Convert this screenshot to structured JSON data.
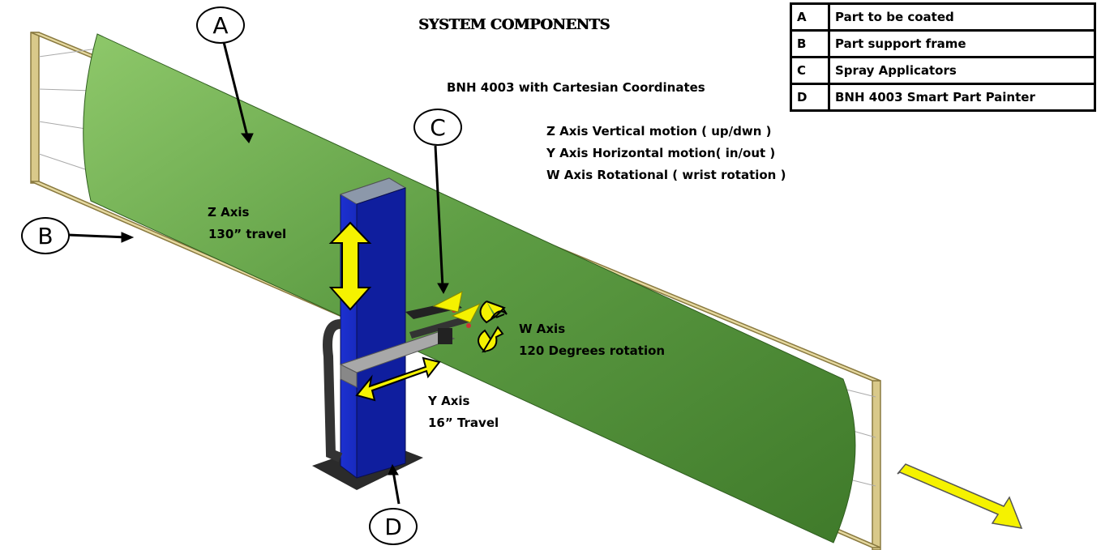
{
  "title": "SYSTEM COMPONENTS",
  "subtitle": "BNH 4003  with Cartesian Coordinates",
  "axes_info": [
    "Z Axis  Vertical motion ( up/dwn )",
    "Y Axis  Horizontal motion( in/out )",
    "W Axis Rotational  ( wrist rotation )"
  ],
  "legend": [
    {
      "key": "A",
      "text": "Part to be coated"
    },
    {
      "key": "B",
      "text": "Part support frame"
    },
    {
      "key": "C",
      "text": "Spray Applicators"
    },
    {
      "key": "D",
      "text": "BNH 4003  Smart Part Painter"
    }
  ],
  "callouts": {
    "a": "A",
    "b": "B",
    "c": "C",
    "d": "D"
  },
  "labels": {
    "z_axis": "Z Axis",
    "z_travel": "130” travel",
    "w_axis": "W Axis",
    "w_rotation": "120 Degrees rotation",
    "y_axis": "Y Axis",
    "y_travel": "16” Travel"
  },
  "colors": {
    "panel_green": "#5f9c45",
    "frame_tan": "#d9c98a",
    "column_blue": "#1a2fc4",
    "arrow_yellow": "#f5f200"
  }
}
